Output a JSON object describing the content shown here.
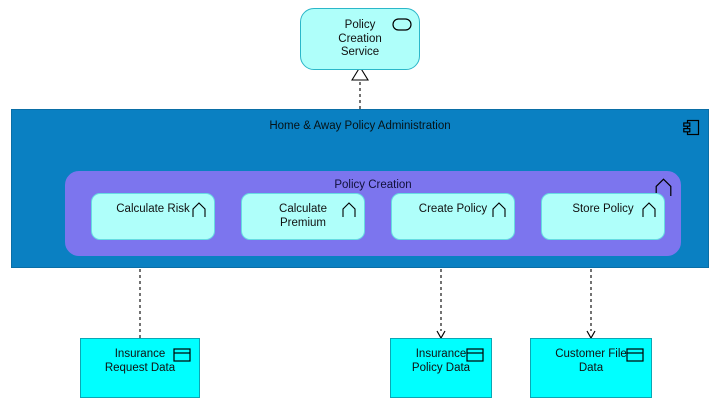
{
  "diagram": {
    "type": "archimate",
    "title": "Policy Creation Service Realization",
    "background": "#ffffff",
    "colors": {
      "application_service_fill": "#affffa",
      "application_component_fill": "#0a80c2",
      "process_group_fill": "#7c75ee",
      "process_fill": "#affffa",
      "data_object_fill": "#00ffff",
      "line": "#000000"
    }
  },
  "nodes": {
    "policy_creation_service": {
      "label": "Policy\nCreation\nService",
      "element_type": "application-service",
      "icon": "rounded-oval-icon"
    },
    "home_away_policy_administration": {
      "label": "Home & Away Policy Administration",
      "element_type": "application-component",
      "icon": "application-component-icon"
    },
    "policy_creation_group": {
      "label": "Policy Creation",
      "element_type": "business-process",
      "icon": "process-arrow-icon"
    },
    "processes": [
      {
        "label": "Calculate Risk",
        "element_type": "business-process",
        "icon": "process-arrow-icon"
      },
      {
        "label": "Calculate\nPremium",
        "element_type": "business-process",
        "icon": "process-arrow-icon"
      },
      {
        "label": "Create Policy",
        "element_type": "business-process",
        "icon": "process-arrow-icon"
      },
      {
        "label": "Store Policy",
        "element_type": "business-process",
        "icon": "process-arrow-icon"
      }
    ],
    "data_objects": [
      {
        "label": "Insurance\nRequest Data",
        "element_type": "data-object",
        "icon": "data-object-icon"
      },
      {
        "label": "Insurance\nPolicy Data",
        "element_type": "data-object",
        "icon": "data-object-icon"
      },
      {
        "label": "Customer File\nData",
        "element_type": "data-object",
        "icon": "data-object-icon"
      }
    ]
  },
  "relationships": [
    {
      "name": "realization-to-service",
      "type": "realization",
      "style": "dashed",
      "arrowhead": "hollow-triangle",
      "from": "home_away_policy_administration",
      "to": "policy_creation_service"
    },
    {
      "name": "trigger-risk-to-premium",
      "type": "triggering",
      "style": "solid",
      "arrowhead": "filled",
      "from": "Calculate Risk",
      "to": "Calculate Premium"
    },
    {
      "name": "trigger-premium-to-create",
      "type": "triggering",
      "style": "solid",
      "arrowhead": "filled",
      "from": "Calculate Premium",
      "to": "Create Policy"
    },
    {
      "name": "trigger-create-to-store",
      "type": "triggering",
      "style": "solid",
      "arrowhead": "filled",
      "from": "Create Policy",
      "to": "Store Policy"
    },
    {
      "name": "access-request-data",
      "type": "access-read",
      "style": "dashed",
      "arrowhead": "open",
      "from": "Insurance Request Data",
      "to": "Calculate Risk"
    },
    {
      "name": "access-policy-data",
      "type": "access-write",
      "style": "dashed",
      "arrowhead": "open",
      "from": "Create Policy",
      "to": "Insurance Policy Data"
    },
    {
      "name": "access-customer-file-data",
      "type": "access-write",
      "style": "dashed",
      "arrowhead": "open",
      "from": "Store Policy",
      "to": "Customer File Data"
    }
  ]
}
